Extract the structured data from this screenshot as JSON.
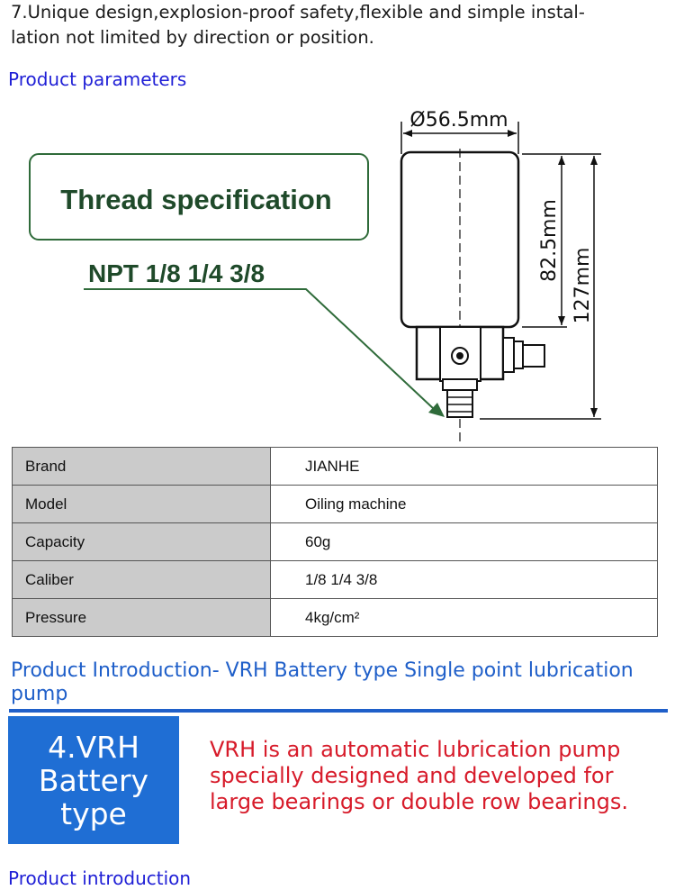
{
  "intro": {
    "line1": "7.Unique design,explosion-proof safety,flexible and simple instal-",
    "line2": "lation not limited by direction or position."
  },
  "params_heading": "Product parameters",
  "drawing": {
    "thread_label": "Thread specification",
    "npt": "NPT 1/8 1/4 3/8",
    "dim_diameter": "Ø56.5mm",
    "dim_body": "82.5mm",
    "dim_total": "127mm"
  },
  "specs": [
    {
      "key": "Brand",
      "value": "JIANHE"
    },
    {
      "key": "Model",
      "value": "Oiling machine"
    },
    {
      "key": "Capacity",
      "value": "60g"
    },
    {
      "key": "Caliber",
      "value": "1/8 1/4 3/8"
    },
    {
      "key": "Pressure",
      "value": "4kg/cm²"
    }
  ],
  "product_intro_heading": "Product Introduction- VRH Battery type Single point lubrication pump",
  "box": {
    "line1": "4.VRH",
    "line2": "Battery",
    "line3": "type"
  },
  "description": "VRH is an automatic lubrication pump specially designed and developed for large bearings or double row bearings.",
  "bottom_heading": "Product introduction",
  "colors": {
    "heading_blue": "#1f1fd6",
    "accent_blue": "#1f6ed4",
    "red": "#d71b2a",
    "green": "#2f6b3a"
  }
}
